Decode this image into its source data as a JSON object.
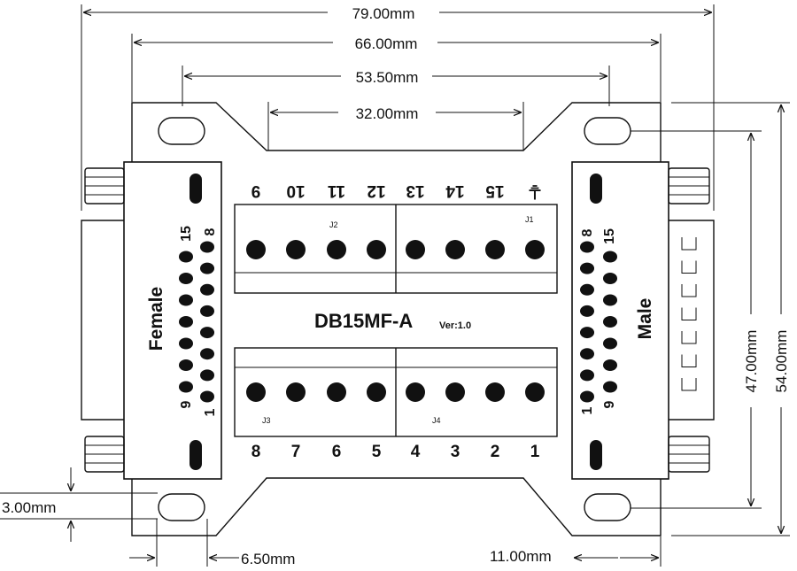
{
  "dimensions": {
    "overall_width": "79.00mm",
    "connector_span": "66.00mm",
    "hole_span": "53.50mm",
    "terminal_span": "32.00mm",
    "inner_height": "47.00mm",
    "overall_height": "54.00mm",
    "hole_offset_y": "3.00mm",
    "hole_offset_x": "6.50mm",
    "right_offset": "11.00mm"
  },
  "board": {
    "title": "DB15MF-A",
    "version": "Ver:1.0"
  },
  "connectors": {
    "left_label": "Female",
    "right_label": "Male",
    "left_top_numbers": [
      "15",
      "8"
    ],
    "left_bottom_numbers": [
      "9",
      "1"
    ],
    "right_top_numbers": [
      "8",
      "15"
    ],
    "right_bottom_numbers": [
      "1",
      "9"
    ]
  },
  "terminals": {
    "top_labels": [
      "9",
      "10",
      "11",
      "12",
      "13",
      "14",
      "15",
      "⏚"
    ],
    "bottom_labels": [
      "8",
      "7",
      "6",
      "5",
      "4",
      "3",
      "2",
      "1"
    ],
    "block_ids": [
      "J2",
      "J1",
      "J3",
      "J4"
    ]
  }
}
